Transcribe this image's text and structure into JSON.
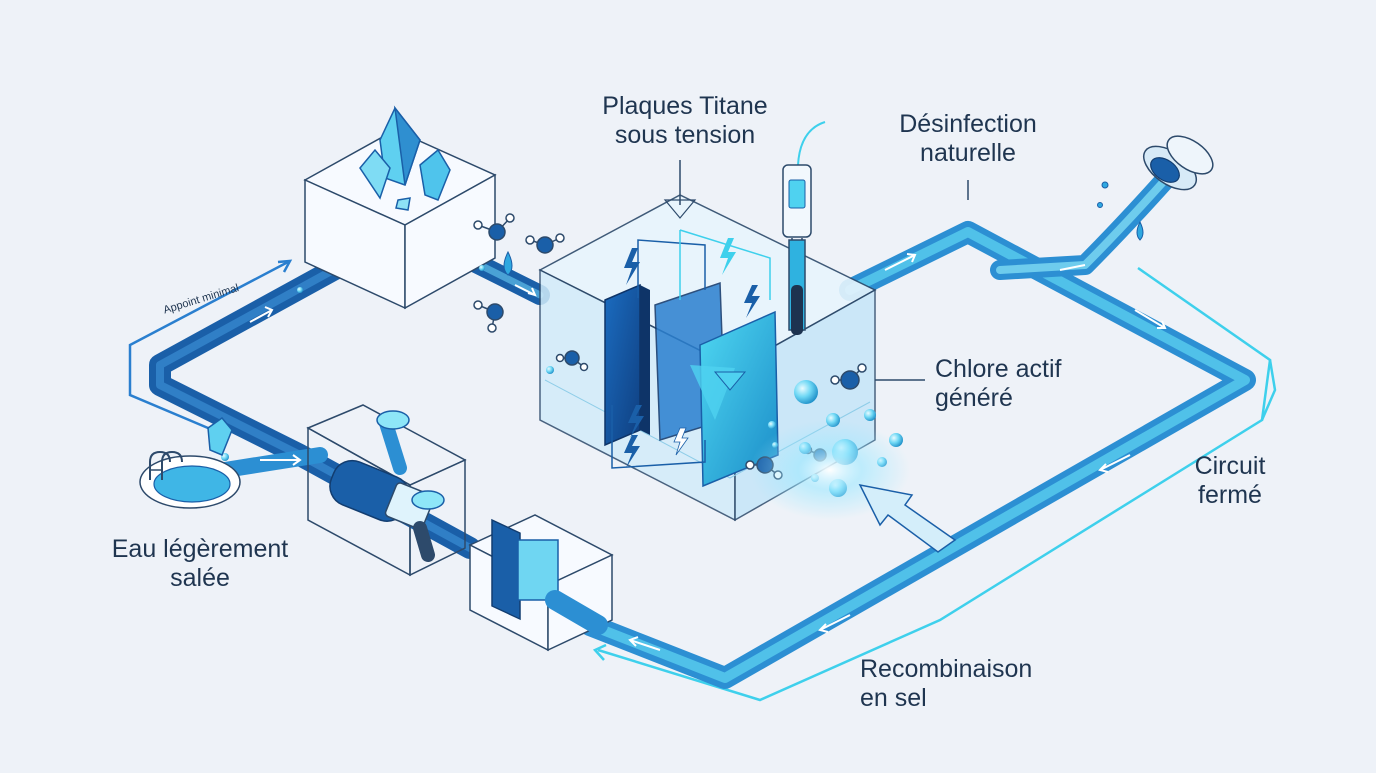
{
  "labels": {
    "plates": [
      "Plaques Titane",
      "sous tension"
    ],
    "disinfection": [
      "Désinfection",
      "naturelle"
    ],
    "chlorine": [
      "Chlore actif",
      "généré"
    ],
    "circuit": [
      "Circuit",
      "fermé"
    ],
    "salt_water": [
      "Eau légèrement",
      "salée"
    ],
    "recombination": [
      "Recombinaison",
      "en sel"
    ],
    "topup": "Appoint minimal"
  },
  "colors": {
    "background": "#eef2f8",
    "pipe_dark": "#1a5fa8",
    "pipe_light": "#4fd2f0",
    "outline": "#2d4a6b",
    "text": "#1f3550",
    "accent": "#22b8e6"
  },
  "icons": [
    "salt-crystal-icon",
    "molecule-icon",
    "pump-icon",
    "filter-icon",
    "sensor-probe-icon",
    "lightning-icon",
    "pool-icon",
    "faucet-icon"
  ]
}
